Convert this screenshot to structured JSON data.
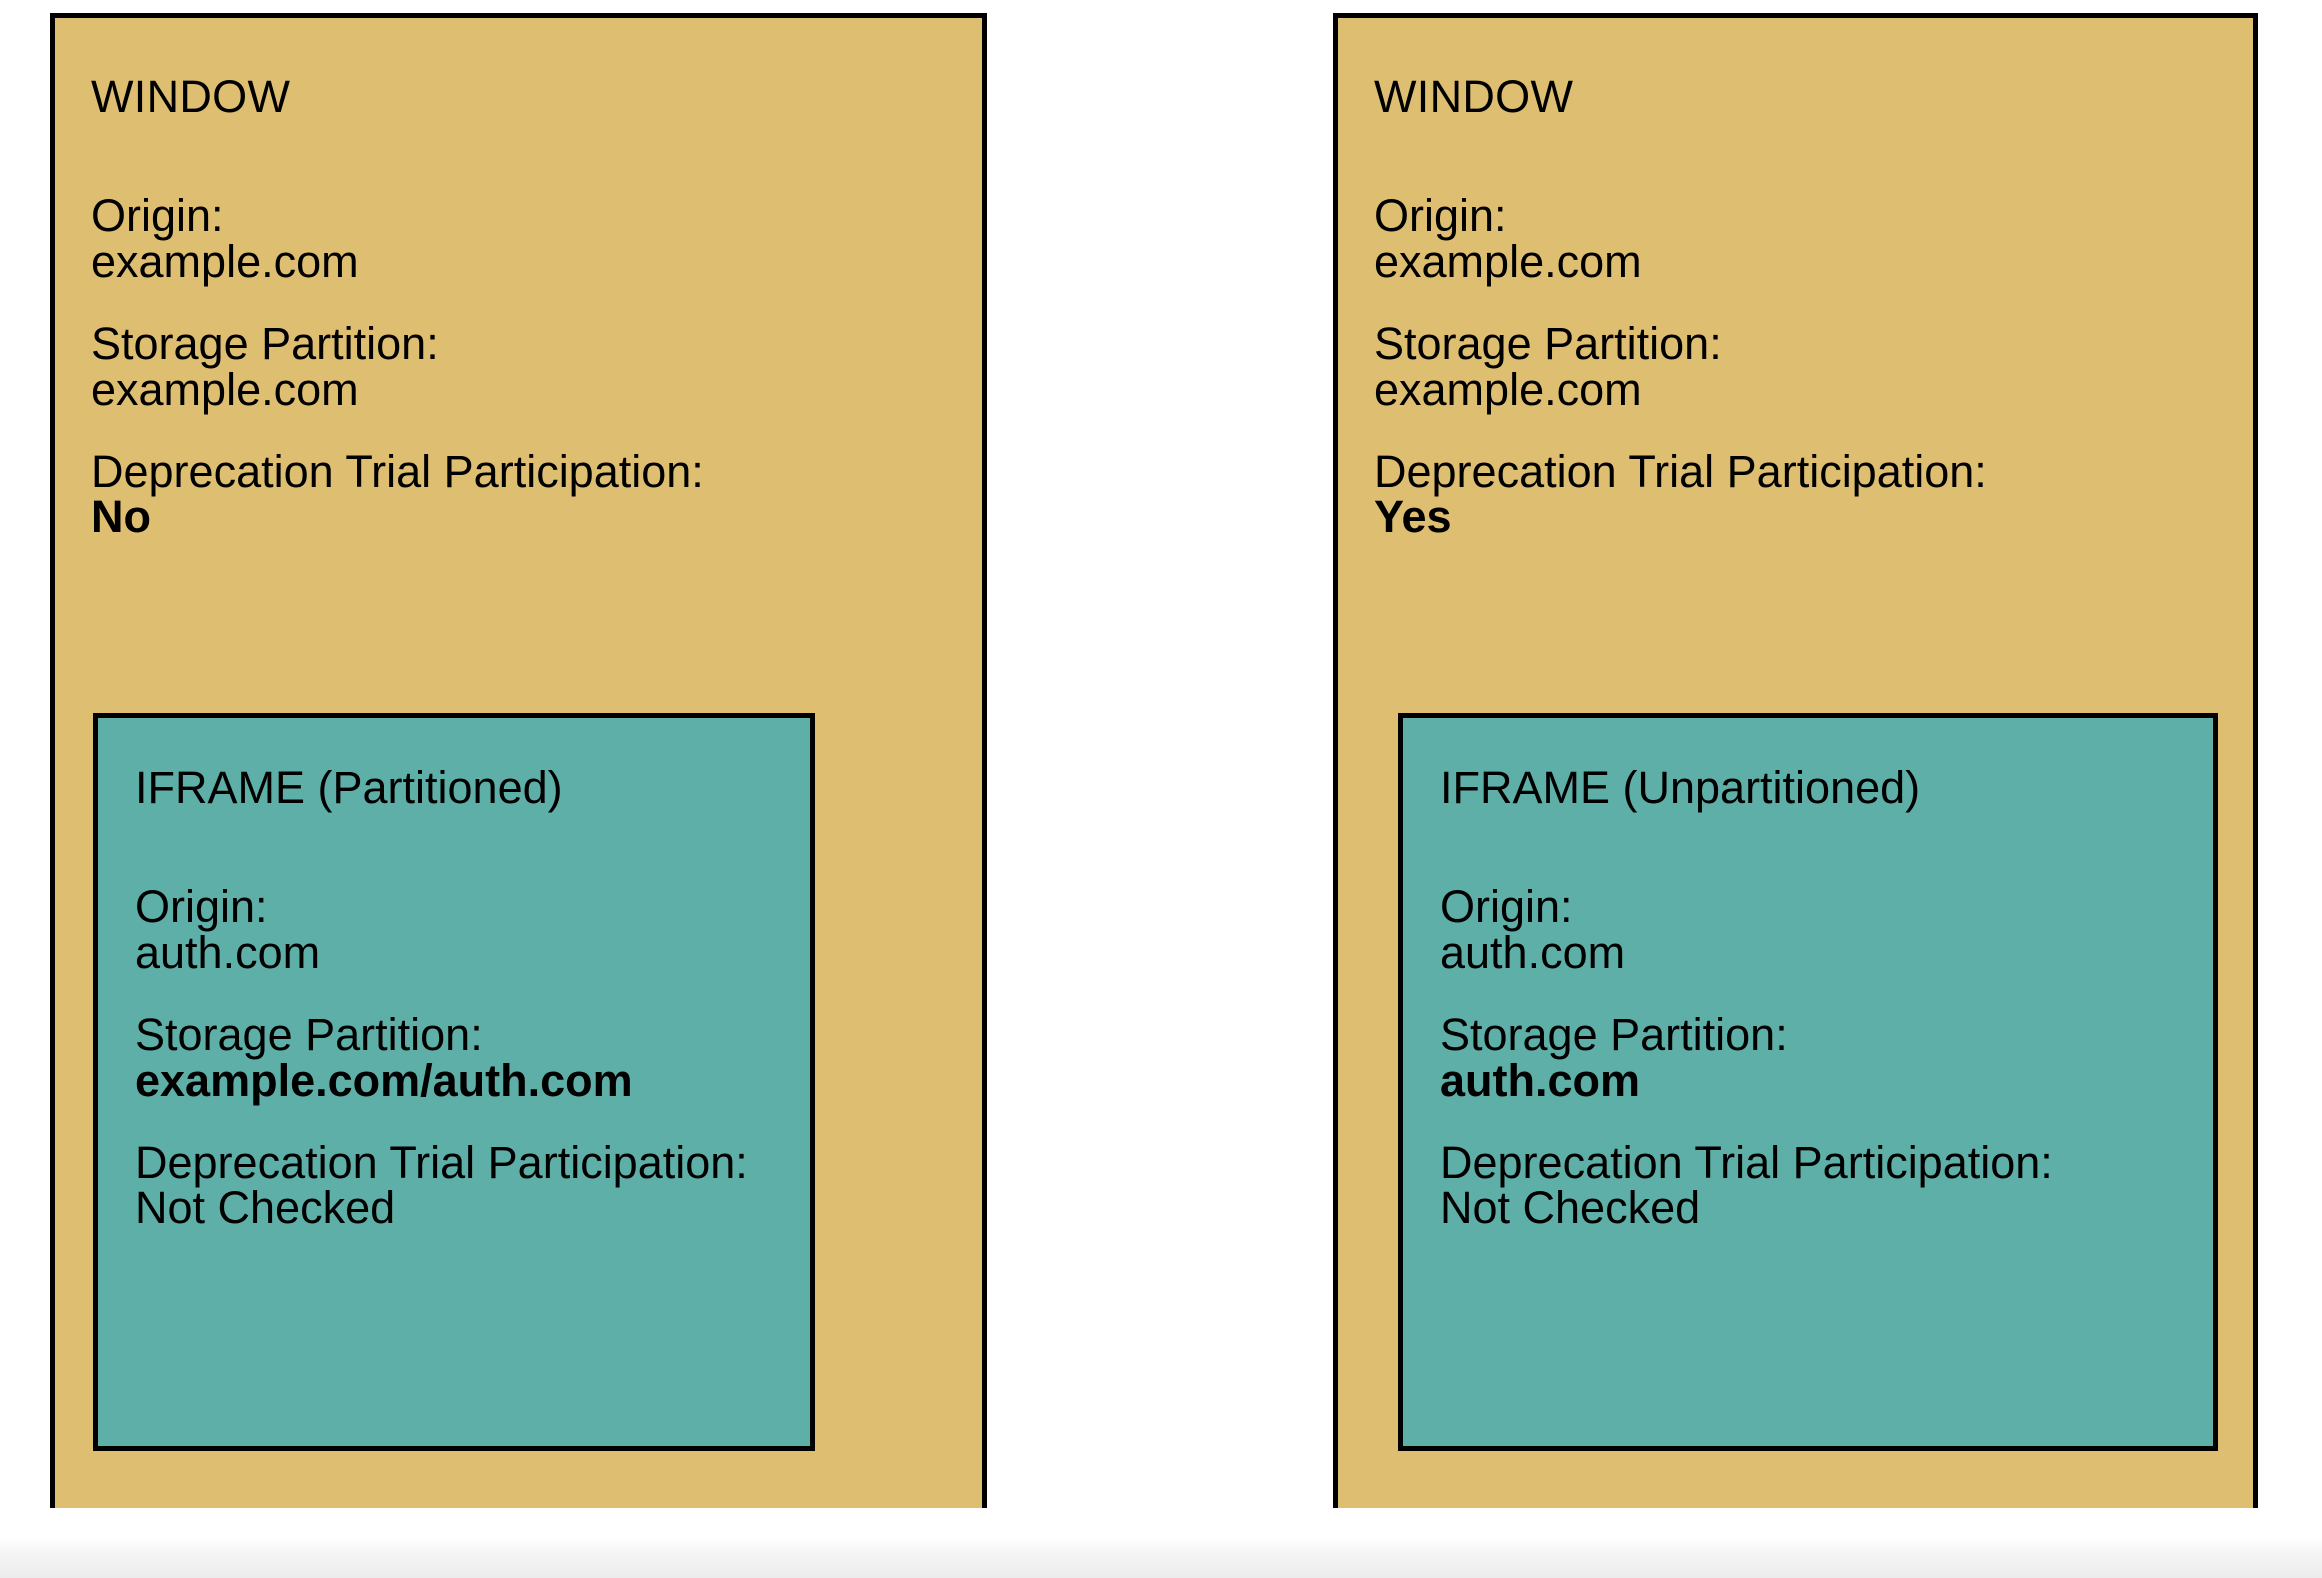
{
  "diagram": {
    "type": "storage-partitioning-comparison",
    "colors": {
      "window_fill": "#DEBE71",
      "iframe_fill": "#5EAFA8",
      "border": "#000000",
      "background": "#FFFFFF",
      "text": "#000000"
    },
    "panels": [
      {
        "id": "left",
        "window": {
          "title": "WINDOW",
          "fields": [
            {
              "label": "Origin:",
              "value": "example.com",
              "bold": false
            },
            {
              "label": "Storage Partition:",
              "value": "example.com",
              "bold": false
            },
            {
              "label": "Deprecation Trial Participation:",
              "value": "No",
              "bold": true
            }
          ]
        },
        "iframe": {
          "title": "IFRAME (Partitioned)",
          "fields": [
            {
              "label": "Origin:",
              "value": "auth.com",
              "bold": false
            },
            {
              "label": "Storage Partition:",
              "value": "example.com/auth.com",
              "bold": true
            },
            {
              "label": "Deprecation Trial Participation:",
              "value": "Not Checked",
              "bold": false
            }
          ]
        }
      },
      {
        "id": "right",
        "window": {
          "title": "WINDOW",
          "fields": [
            {
              "label": "Origin:",
              "value": "example.com",
              "bold": false
            },
            {
              "label": "Storage Partition:",
              "value": "example.com",
              "bold": false
            },
            {
              "label": "Deprecation Trial Participation:",
              "value": "Yes",
              "bold": true
            }
          ]
        },
        "iframe": {
          "title": "IFRAME (Unpartitioned)",
          "fields": [
            {
              "label": "Origin:",
              "value": "auth.com",
              "bold": false
            },
            {
              "label": "Storage Partition:",
              "value": "auth.com",
              "bold": true
            },
            {
              "label": "Deprecation Trial Participation:",
              "value": "Not Checked",
              "bold": false
            }
          ]
        }
      }
    ]
  }
}
